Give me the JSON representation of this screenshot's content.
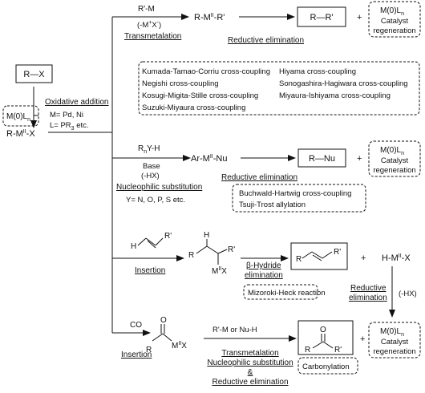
{
  "start": {
    "substrate": "R—X",
    "catalyst": "M(0)L",
    "catalyst_sub": "n"
  },
  "oxidative_addition": {
    "title": "Oxidative addition",
    "metals": "M= Pd, Ni",
    "ligands": "L= PR",
    "ligands_sub": "3",
    "ligands_tail": " etc."
  },
  "intermediate": {
    "pre": "R-M",
    "sup": "II",
    "post": "-X"
  },
  "transmetalation": {
    "reagent": "R'-M",
    "byproduct_pre": "(-M",
    "byproduct_sup": "+",
    "byproduct_post": "X",
    "byproduct_sup2": "-",
    "byproduct_end": ")",
    "title": "Transmetalation",
    "complex_pre": "R-M",
    "complex_sup": "II",
    "complex_post": "-R'",
    "step": "Reductive elimination",
    "product": "R—R'",
    "plus": "+",
    "regen": {
      "cat": "M(0)L",
      "cat_sub": "n",
      "line1": "Catalyst",
      "line2": "regeneration"
    },
    "reactions": [
      "Kumada-Tamao-Corriu cross-coupling",
      "Hiyama cross-coupling",
      "Negishi cross-coupling",
      "Sonogashira-Hagiwara cross-coupling",
      "Kosugi-Migita-Stille cross-coupling",
      "Miyaura-Ishiyama cross-coupling",
      "Suzuki-Miyaura cross-coupling"
    ]
  },
  "nucleophilic": {
    "reagent_pre": "R",
    "reagent_sub": "n",
    "reagent_post": "Y-H",
    "base": "Base",
    "byproduct": "(-HX)",
    "title": "Nucleophilic substitution",
    "y_def": "Y= N, O, P, S etc.",
    "complex_pre": "Ar-M",
    "complex_sup": "II",
    "complex_post": "-Nu",
    "step": "Reductive elimination",
    "product": "R—Nu",
    "plus": "+",
    "regen": {
      "cat": "M(0)L",
      "cat_sub": "n",
      "line1": "Catalyst",
      "line2": "regeneration"
    },
    "reactions": [
      "Buchwald-Hartwig cross-coupling",
      "Tsuji-Trost allylation"
    ]
  },
  "heck": {
    "alkene_h": "H",
    "alkene_r": "R'",
    "title": "Insertion",
    "int_h": "H",
    "int_r": "R",
    "int_rp": "R'",
    "int_m_pre": "M",
    "int_m_sup": "II",
    "int_m_post": "X",
    "step_line1": "β-Hydride",
    "step_line2": "elimination",
    "product_r": "R",
    "product_rp": "R'",
    "plus": "+",
    "hydride_pre": "H-M",
    "hydride_sup": "II",
    "hydride_post": "-X",
    "re_line1": "Reductive",
    "re_line2": "elimination",
    "re_byproduct": "(-HX)",
    "reaction": "Mizoroki-Heck reaction"
  },
  "carbonylation": {
    "reagent": "CO",
    "title": "Insertion",
    "acyl_o": "O",
    "acyl_r": "R",
    "acyl_m": "M",
    "acyl_m_sup": "II",
    "acyl_x": "X",
    "reagent2": "R'-M or Nu-H",
    "step_line1": "Transmetalation",
    "step_line2": "Nucleophilic substitution",
    "step_line3": "&",
    "step_line4": "Reductive elimination",
    "product_o": "O",
    "product_r": "R",
    "product_rp": "R'",
    "plus": "+",
    "regen": {
      "cat": "M(0)L",
      "cat_sub": "n",
      "line1": "Catalyst",
      "line2": "regeneration"
    },
    "reaction": "Carbonylation"
  }
}
